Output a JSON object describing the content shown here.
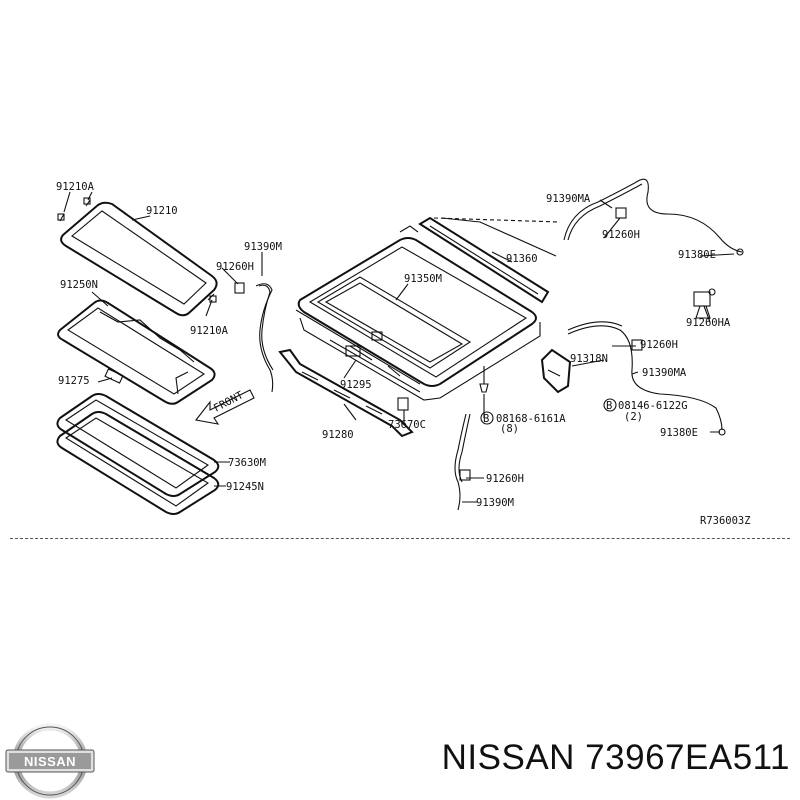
{
  "diagram": {
    "labels": [
      {
        "id": "l1",
        "text": "91210A"
      },
      {
        "id": "l2",
        "text": "91210"
      },
      {
        "id": "l3",
        "text": "91260H"
      },
      {
        "id": "l4",
        "text": "91390M"
      },
      {
        "id": "l5",
        "text": "91210A"
      },
      {
        "id": "l6",
        "text": "91250N"
      },
      {
        "id": "l7",
        "text": "91275"
      },
      {
        "id": "l8",
        "text": "FRONT"
      },
      {
        "id": "l9",
        "text": "73630M"
      },
      {
        "id": "l10",
        "text": "91245N"
      },
      {
        "id": "l11",
        "text": "91350M"
      },
      {
        "id": "l12",
        "text": "91360"
      },
      {
        "id": "l13",
        "text": "91390MA"
      },
      {
        "id": "l14",
        "text": "91260H"
      },
      {
        "id": "l15",
        "text": "91380E"
      },
      {
        "id": "l16",
        "text": "91260HA"
      },
      {
        "id": "l17",
        "text": "91260H"
      },
      {
        "id": "l18",
        "text": "91318N"
      },
      {
        "id": "l19",
        "text": "91390MA"
      },
      {
        "id": "l20",
        "text": "08146-6122G"
      },
      {
        "id": "l21",
        "text": "(2)"
      },
      {
        "id": "l22",
        "text": "91380E"
      },
      {
        "id": "l23",
        "text": "91295"
      },
      {
        "id": "l24",
        "text": "91280"
      },
      {
        "id": "l25",
        "text": "73670C"
      },
      {
        "id": "l26",
        "text": "08168-6161A"
      },
      {
        "id": "l27",
        "text": "(8)"
      },
      {
        "id": "l28",
        "text": "91260H"
      },
      {
        "id": "l29",
        "text": "91390M"
      },
      {
        "id": "l30",
        "text": "R736003Z"
      }
    ],
    "bolt_symbol": "B"
  },
  "brand": {
    "logo_text": "NISSAN",
    "part_number_text": "NISSAN 73967EA511"
  }
}
